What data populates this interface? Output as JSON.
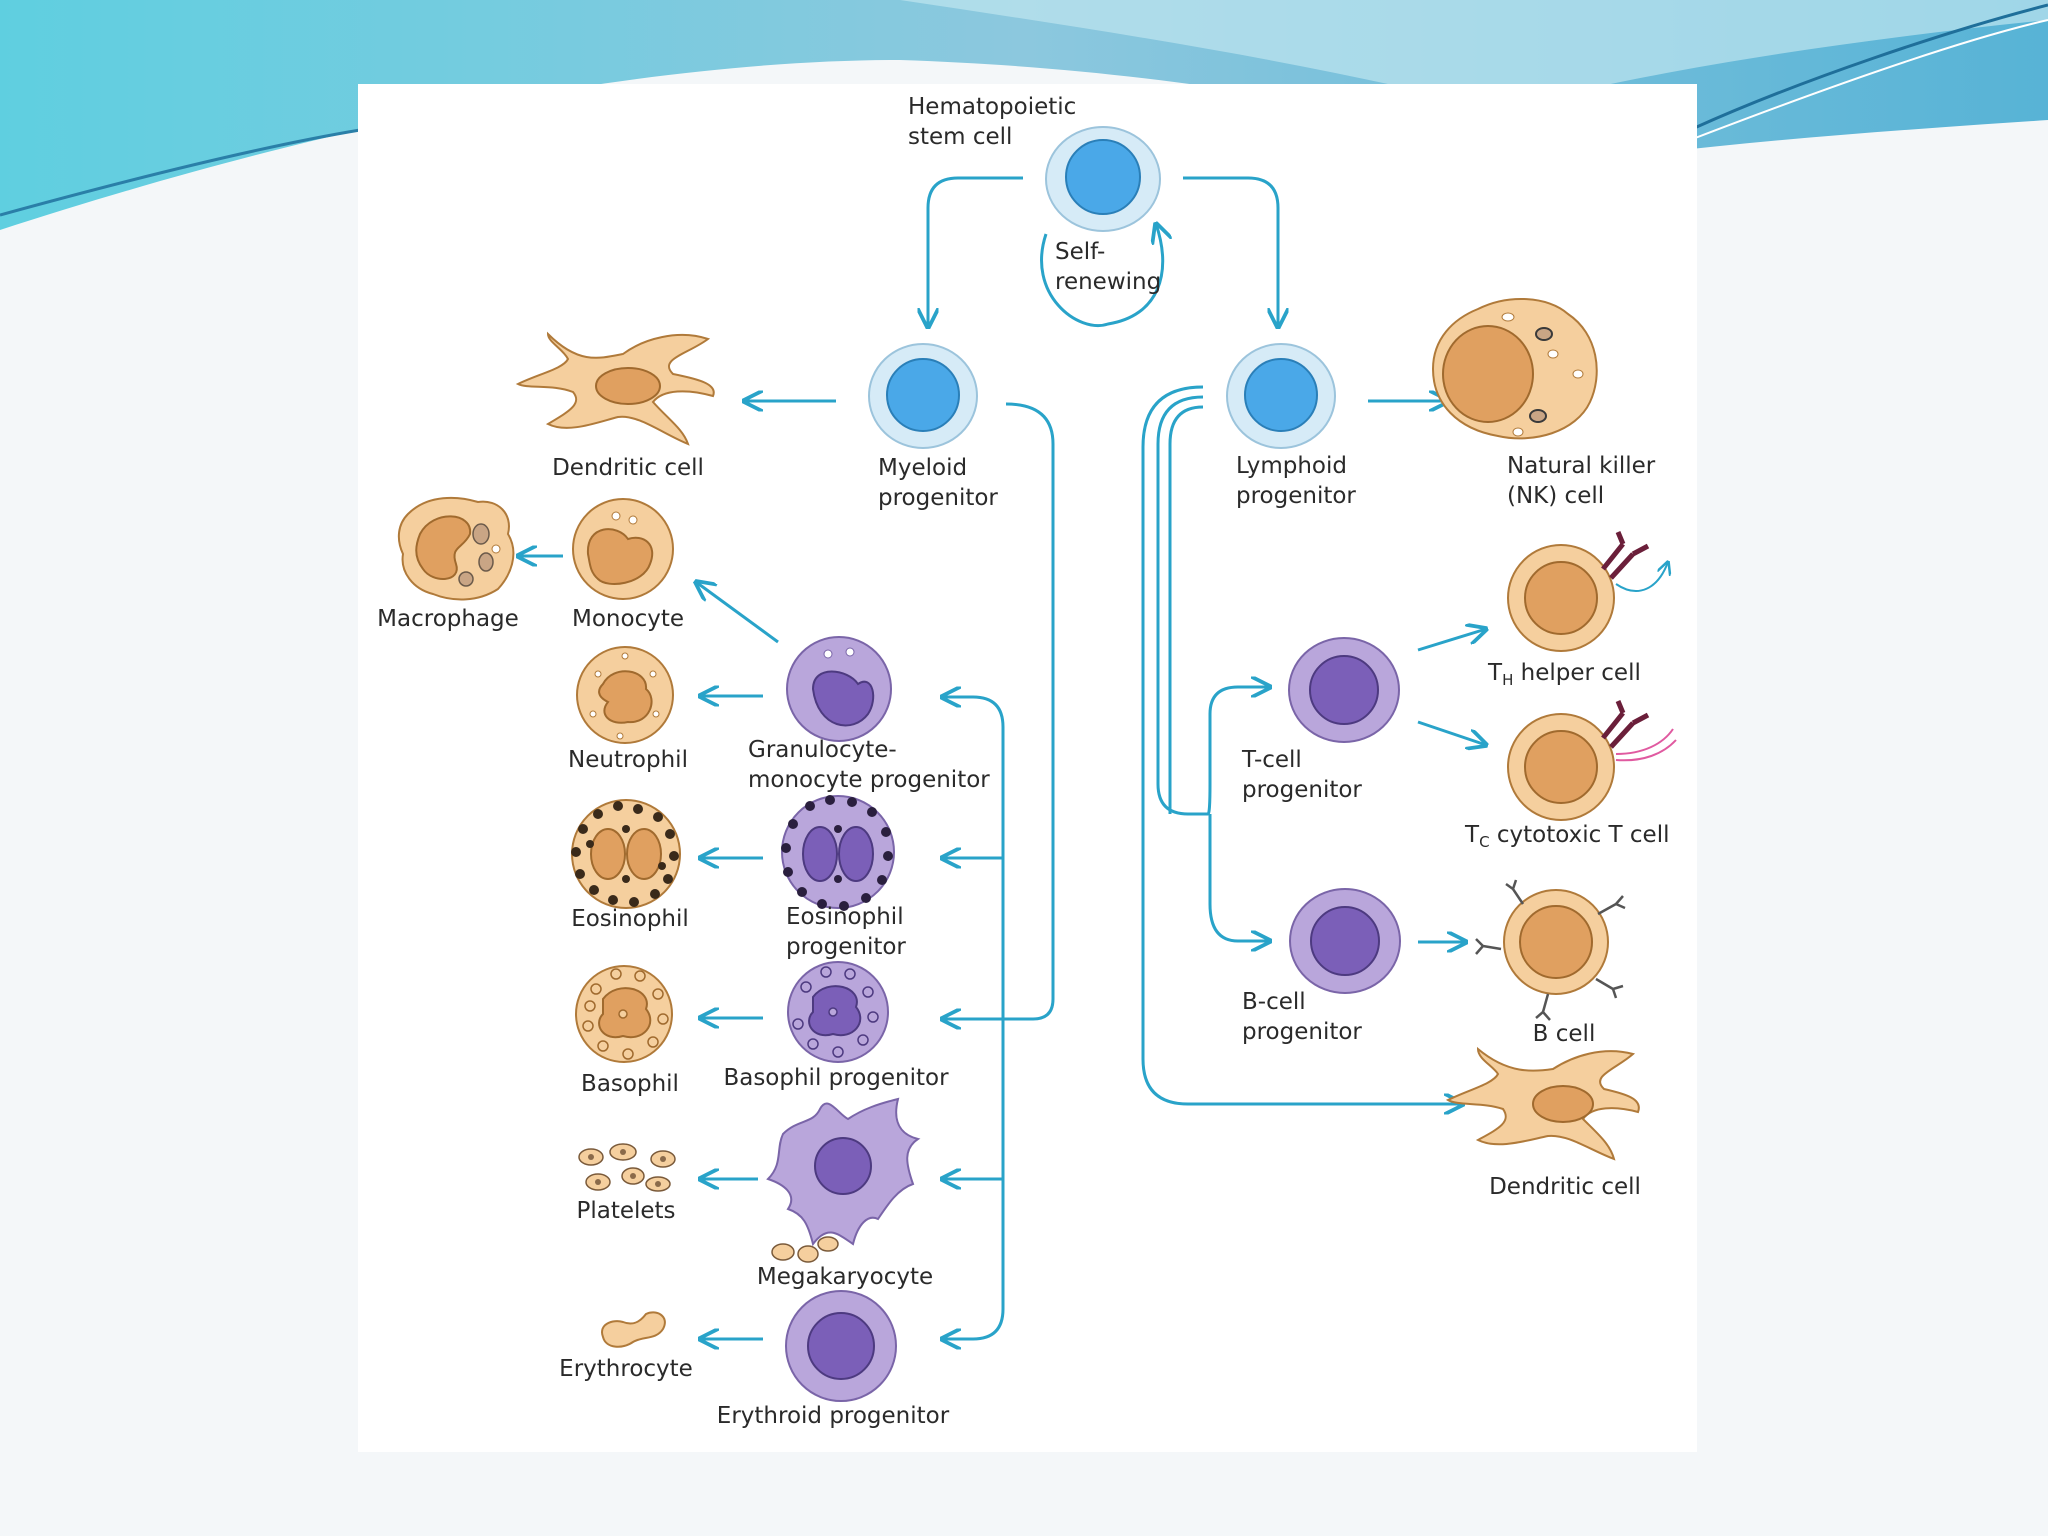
{
  "diagram": {
    "stem_cell": {
      "line1": "Hematopoietic",
      "line2": "stem cell",
      "self_renewing_1": "Self-",
      "self_renewing_2": "renewing"
    },
    "myeloid_progenitor": {
      "line1": "Myeloid",
      "line2": "progenitor"
    },
    "lymphoid_progenitor": {
      "line1": "Lymphoid",
      "line2": "progenitor"
    },
    "dendritic_cell_left": "Dendritic cell",
    "macrophage": "Macrophage",
    "monocyte": "Monocyte",
    "neutrophil": "Neutrophil",
    "granulocyte_monocyte_progenitor": {
      "line1": "Granulocyte-",
      "line2": "monocyte progenitor"
    },
    "eosinophil": "Eosinophil",
    "eosinophil_progenitor": {
      "line1": "Eosinophil",
      "line2": "progenitor"
    },
    "basophil": "Basophil",
    "basophil_progenitor": "Basophil progenitor",
    "platelets": "Platelets",
    "megakaryocyte": "Megakaryocyte",
    "erythrocyte": "Erythrocyte",
    "erythroid_progenitor": "Erythroid progenitor",
    "nk_cell": {
      "line1": "Natural killer",
      "line2": "(NK) cell"
    },
    "th_helper": {
      "prefix": "T",
      "sub": "H",
      "rest": " helper cell"
    },
    "tc_cytotoxic": {
      "prefix": "T",
      "sub": "C",
      "rest": " cytotoxic T cell"
    },
    "t_cell_progenitor": {
      "line1": "T-cell",
      "line2": "progenitor"
    },
    "b_cell_progenitor": {
      "line1": "B-cell",
      "line2": "progenitor"
    },
    "b_cell": "B cell",
    "dendritic_cell_right": "Dendritic cell"
  },
  "colors": {
    "arrow": "#29a3c9",
    "stem_fill": "#4aa8e8",
    "stem_membrane": "#d6ebf7",
    "myeloid_cell": "#f5cf9e",
    "nucleus_orange": "#e0a060",
    "progenitor_purple": "#b9a6db",
    "nucleus_purple": "#7b5fb8"
  }
}
